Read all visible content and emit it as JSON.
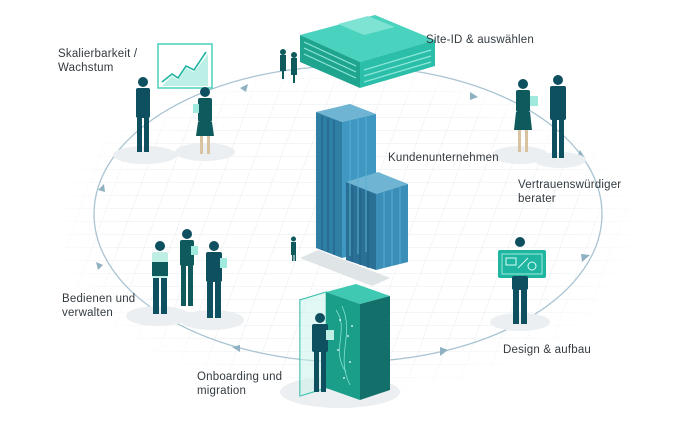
{
  "labels": {
    "site_id": [
      "Site-ID & auswählen"
    ],
    "kunden": [
      "Kundenunternehmen"
    ],
    "vertrauen": [
      "Vertrauenswürdiger",
      "berater"
    ],
    "design": [
      "Design & aufbau"
    ],
    "onboarding": [
      "Onboarding und",
      "migration"
    ],
    "bedienen": [
      "Bedienen und",
      "verwalten"
    ],
    "skalierbarkeit": [
      "Skalierbarkeit /",
      "Wachstum"
    ]
  },
  "colors": {
    "accent_teal": "#1fb5a0",
    "dark_teal": "#0e5a5c",
    "building_blue": "#2f7ea3",
    "cycle_line": "#a9c4d2",
    "grid": "#e8edf0",
    "text": "#333a3f"
  }
}
